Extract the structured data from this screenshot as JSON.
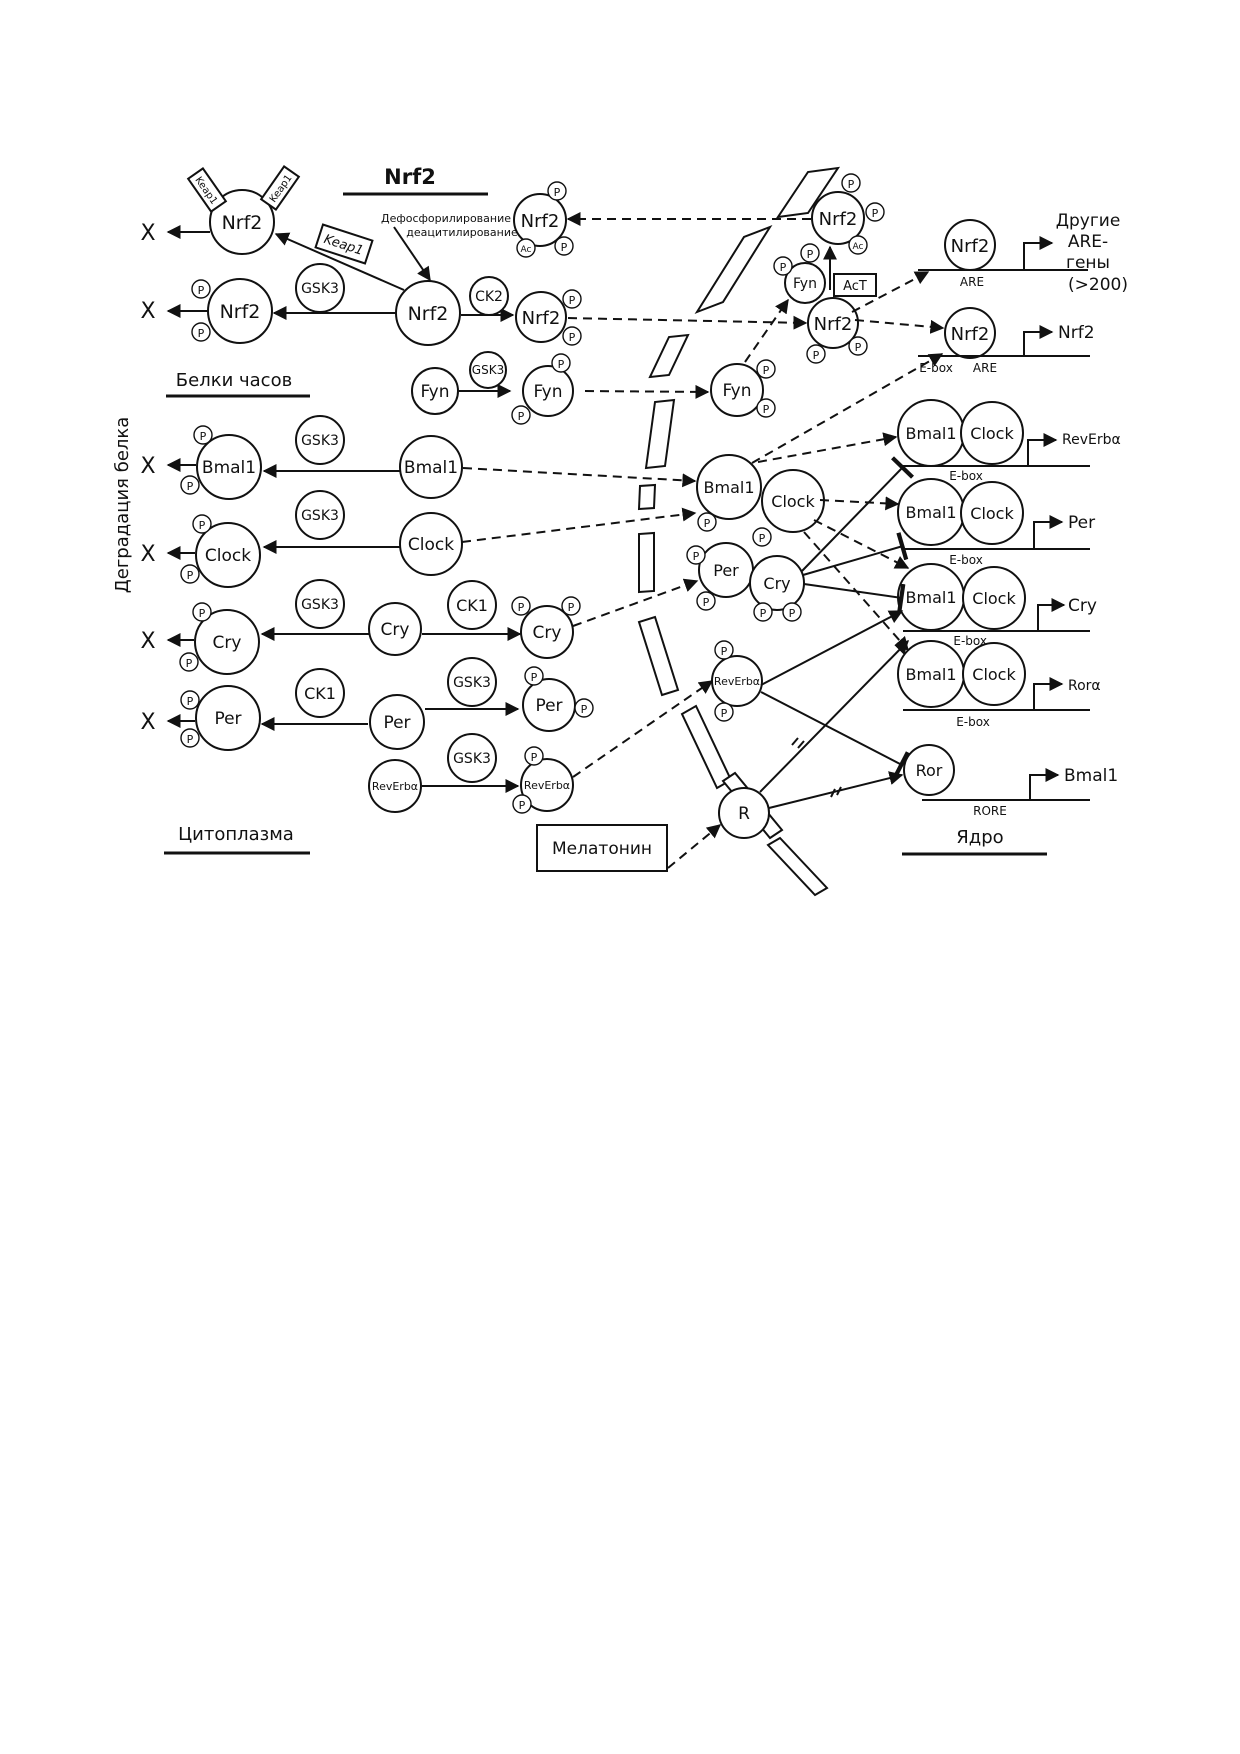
{
  "sections": {
    "nrf2_heading": "Nrf2",
    "clock_heading": "Белки часов",
    "degradation": "Деградация белка",
    "cytoplasm": "Цитоплазма",
    "nucleus": "Ядро"
  },
  "marks": {
    "degraded": "X",
    "phospho": "P",
    "acetyl": "Ac"
  },
  "cytoplasm": {
    "keap1": "Keap1",
    "dephospho": "Дефосфорилирование",
    "deacetyl": "деацитилирование",
    "nrf2": "Nrf2",
    "gsk3": "GSK3",
    "ck2": "CK2",
    "ck1": "CK1",
    "fyn": "Fyn",
    "bmal1": "Bmal1",
    "clock": "Clock",
    "cry": "Cry",
    "per": "Per",
    "reverb": "RevErbα",
    "melatonin": "Мелатонин"
  },
  "membrane": {
    "receptor": "R"
  },
  "nuclear": {
    "nrf2": "Nrf2",
    "fyn": "Fyn",
    "act": "AcT",
    "bmal1": "Bmal1",
    "clock": "Clock",
    "per": "Per",
    "cry": "Cry",
    "reverb": "RevErbα",
    "ror": "Ror"
  },
  "promoters": {
    "are": "ARE",
    "ebox": "E-box",
    "ebox_dot": "E-box .",
    "rore": "RORE",
    "other_genes": [
      "Другие",
      "ARE-",
      "гены",
      "(>200)"
    ],
    "genes": [
      "Nrf2",
      "RevErbα",
      "Per",
      "Cry",
      "Rorα",
      "Bmal1"
    ]
  }
}
